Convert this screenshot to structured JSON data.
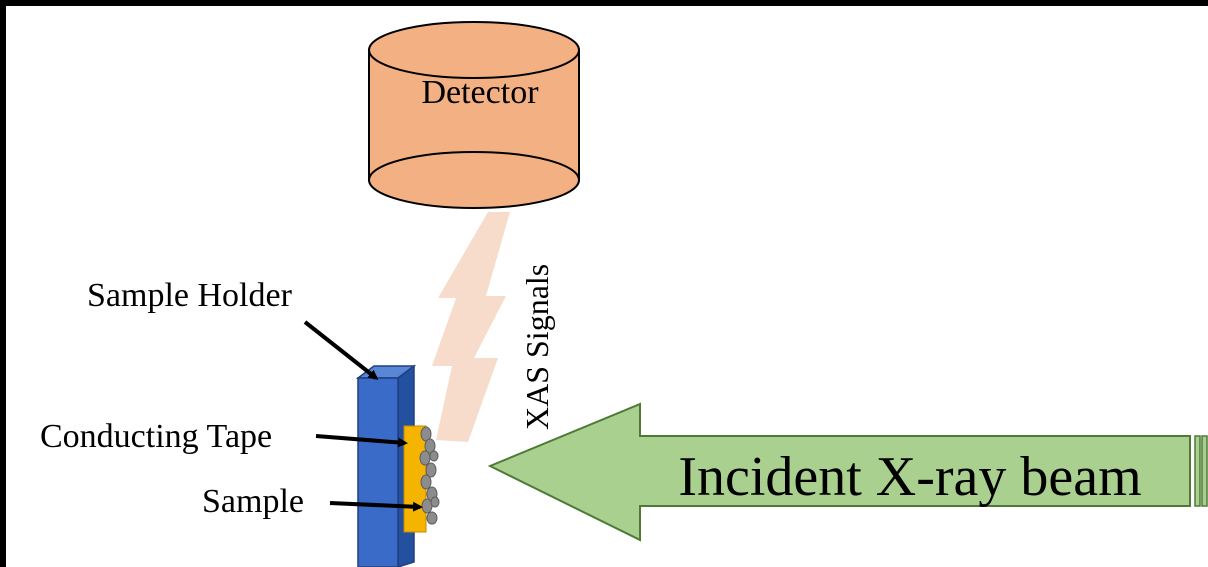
{
  "labels": {
    "detector": "Detector",
    "signals": "XAS Signals",
    "sample_holder": "Sample Holder",
    "conducting_tape": "Conducting Tape",
    "sample": "Sample",
    "beam": "Incident X-ray beam"
  },
  "colors": {
    "detector_fill": "#F2B083",
    "detector_stroke": "#000000",
    "signal_fill": "#F8DCCB",
    "holder_front": "#3A6BC8",
    "holder_side": "#2450A0",
    "tape": "#F5B400",
    "sample_dots": "#8C8C8C",
    "beam_fill": "#A9D08E",
    "beam_stroke": "#4E7A36"
  }
}
